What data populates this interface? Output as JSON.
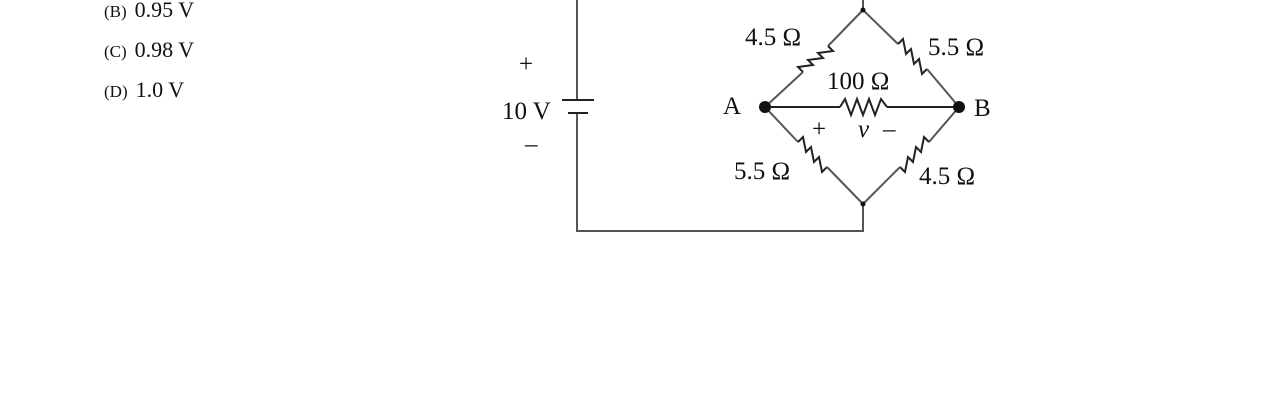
{
  "options": [
    {
      "letter": "(B)",
      "text": "0.95 V"
    },
    {
      "letter": "(C)",
      "text": "0.98 V"
    },
    {
      "letter": "(D)",
      "text": "1.0 V"
    }
  ],
  "circuit": {
    "source": {
      "plus": "+",
      "value": "10 V",
      "minus": "–"
    },
    "node_a": "A",
    "node_b": "B",
    "r_top_left": "4.5 Ω",
    "r_top_right": "5.5 Ω",
    "r_middle": "100 Ω",
    "r_bottom_left": "5.5 Ω",
    "r_bottom_right": "4.5 Ω",
    "v_plus": "+",
    "v_label": "v",
    "v_minus": "–"
  }
}
